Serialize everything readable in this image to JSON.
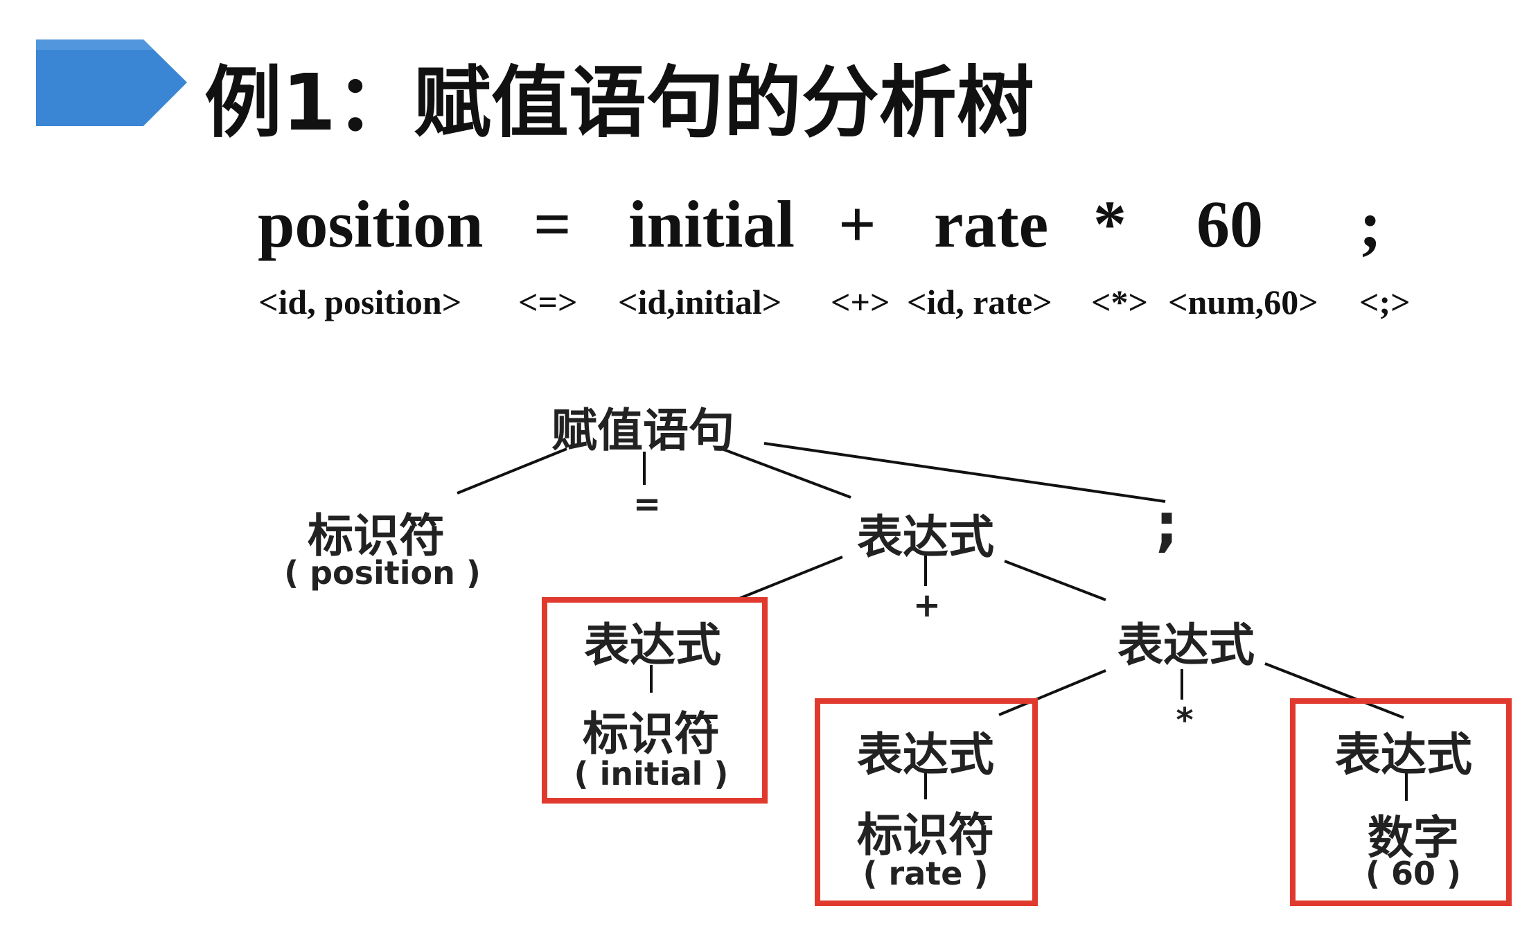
{
  "header": {
    "title": "例1：赋值语句的分析树",
    "accent_color": "#3a86d4"
  },
  "statement": {
    "tokens": [
      "position",
      "=",
      "initial",
      "+",
      "rate",
      "*",
      "60",
      ";"
    ],
    "lexemes": [
      "<id, position>",
      "<=>",
      "<id,initial>",
      "<+>",
      "<id, rate>",
      "<*>",
      "<num,60>",
      "<;>"
    ]
  },
  "tree": {
    "root": "赋值语句",
    "id_label": "标识符",
    "id_position": "( position )",
    "assign": "=",
    "expr": "表达式",
    "semicolon": ";",
    "plus": "+",
    "times": "*",
    "id_initial": "( initial )",
    "id_rate": "( rate )",
    "number_label": "数字",
    "number_value": "( 60 )",
    "highlight_color": "#e03a2e"
  }
}
